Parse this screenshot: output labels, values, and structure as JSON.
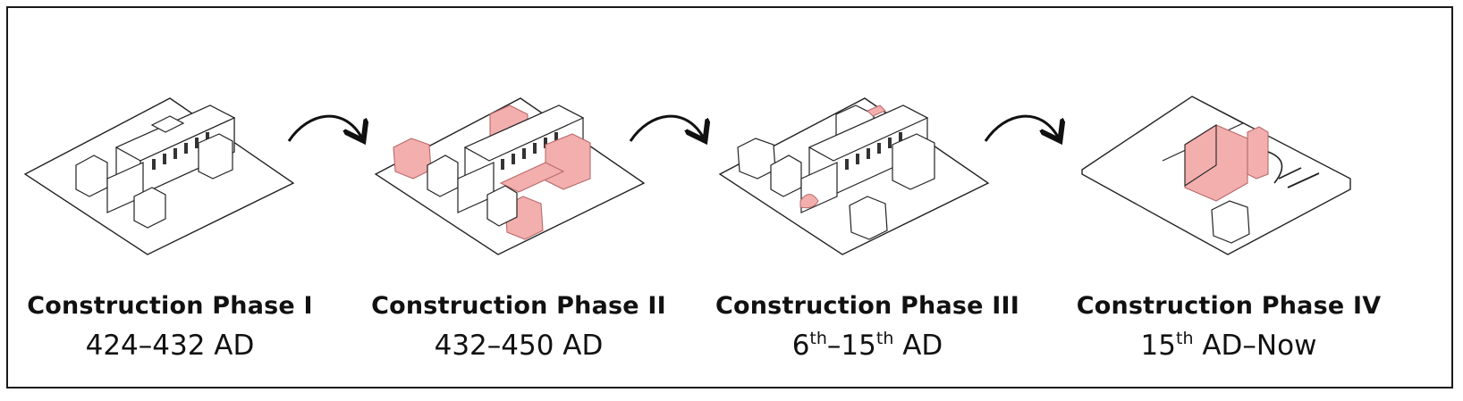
{
  "phases": [
    {
      "title": "Construction Phase I",
      "dates": [
        {
          "t": "424–432 AD"
        }
      ]
    },
    {
      "title": "Construction Phase II",
      "dates": [
        {
          "t": "432–450 AD"
        }
      ]
    },
    {
      "title": "Construction Phase III",
      "dates": [
        {
          "t": "6"
        },
        {
          "sup": "th"
        },
        {
          "t": "–15"
        },
        {
          "sup": "th"
        },
        {
          "t": " AD"
        }
      ]
    },
    {
      "title": "Construction Phase IV",
      "dates": [
        {
          "t": "15"
        },
        {
          "sup": "th"
        },
        {
          "t": " AD–Now"
        }
      ]
    }
  ],
  "colors": {
    "highlight": "#f3aeae",
    "highlight_stroke": "#d98080",
    "line": "#222222",
    "ground": "#ffffff"
  },
  "icons": [
    "curved-arrow-icon"
  ]
}
